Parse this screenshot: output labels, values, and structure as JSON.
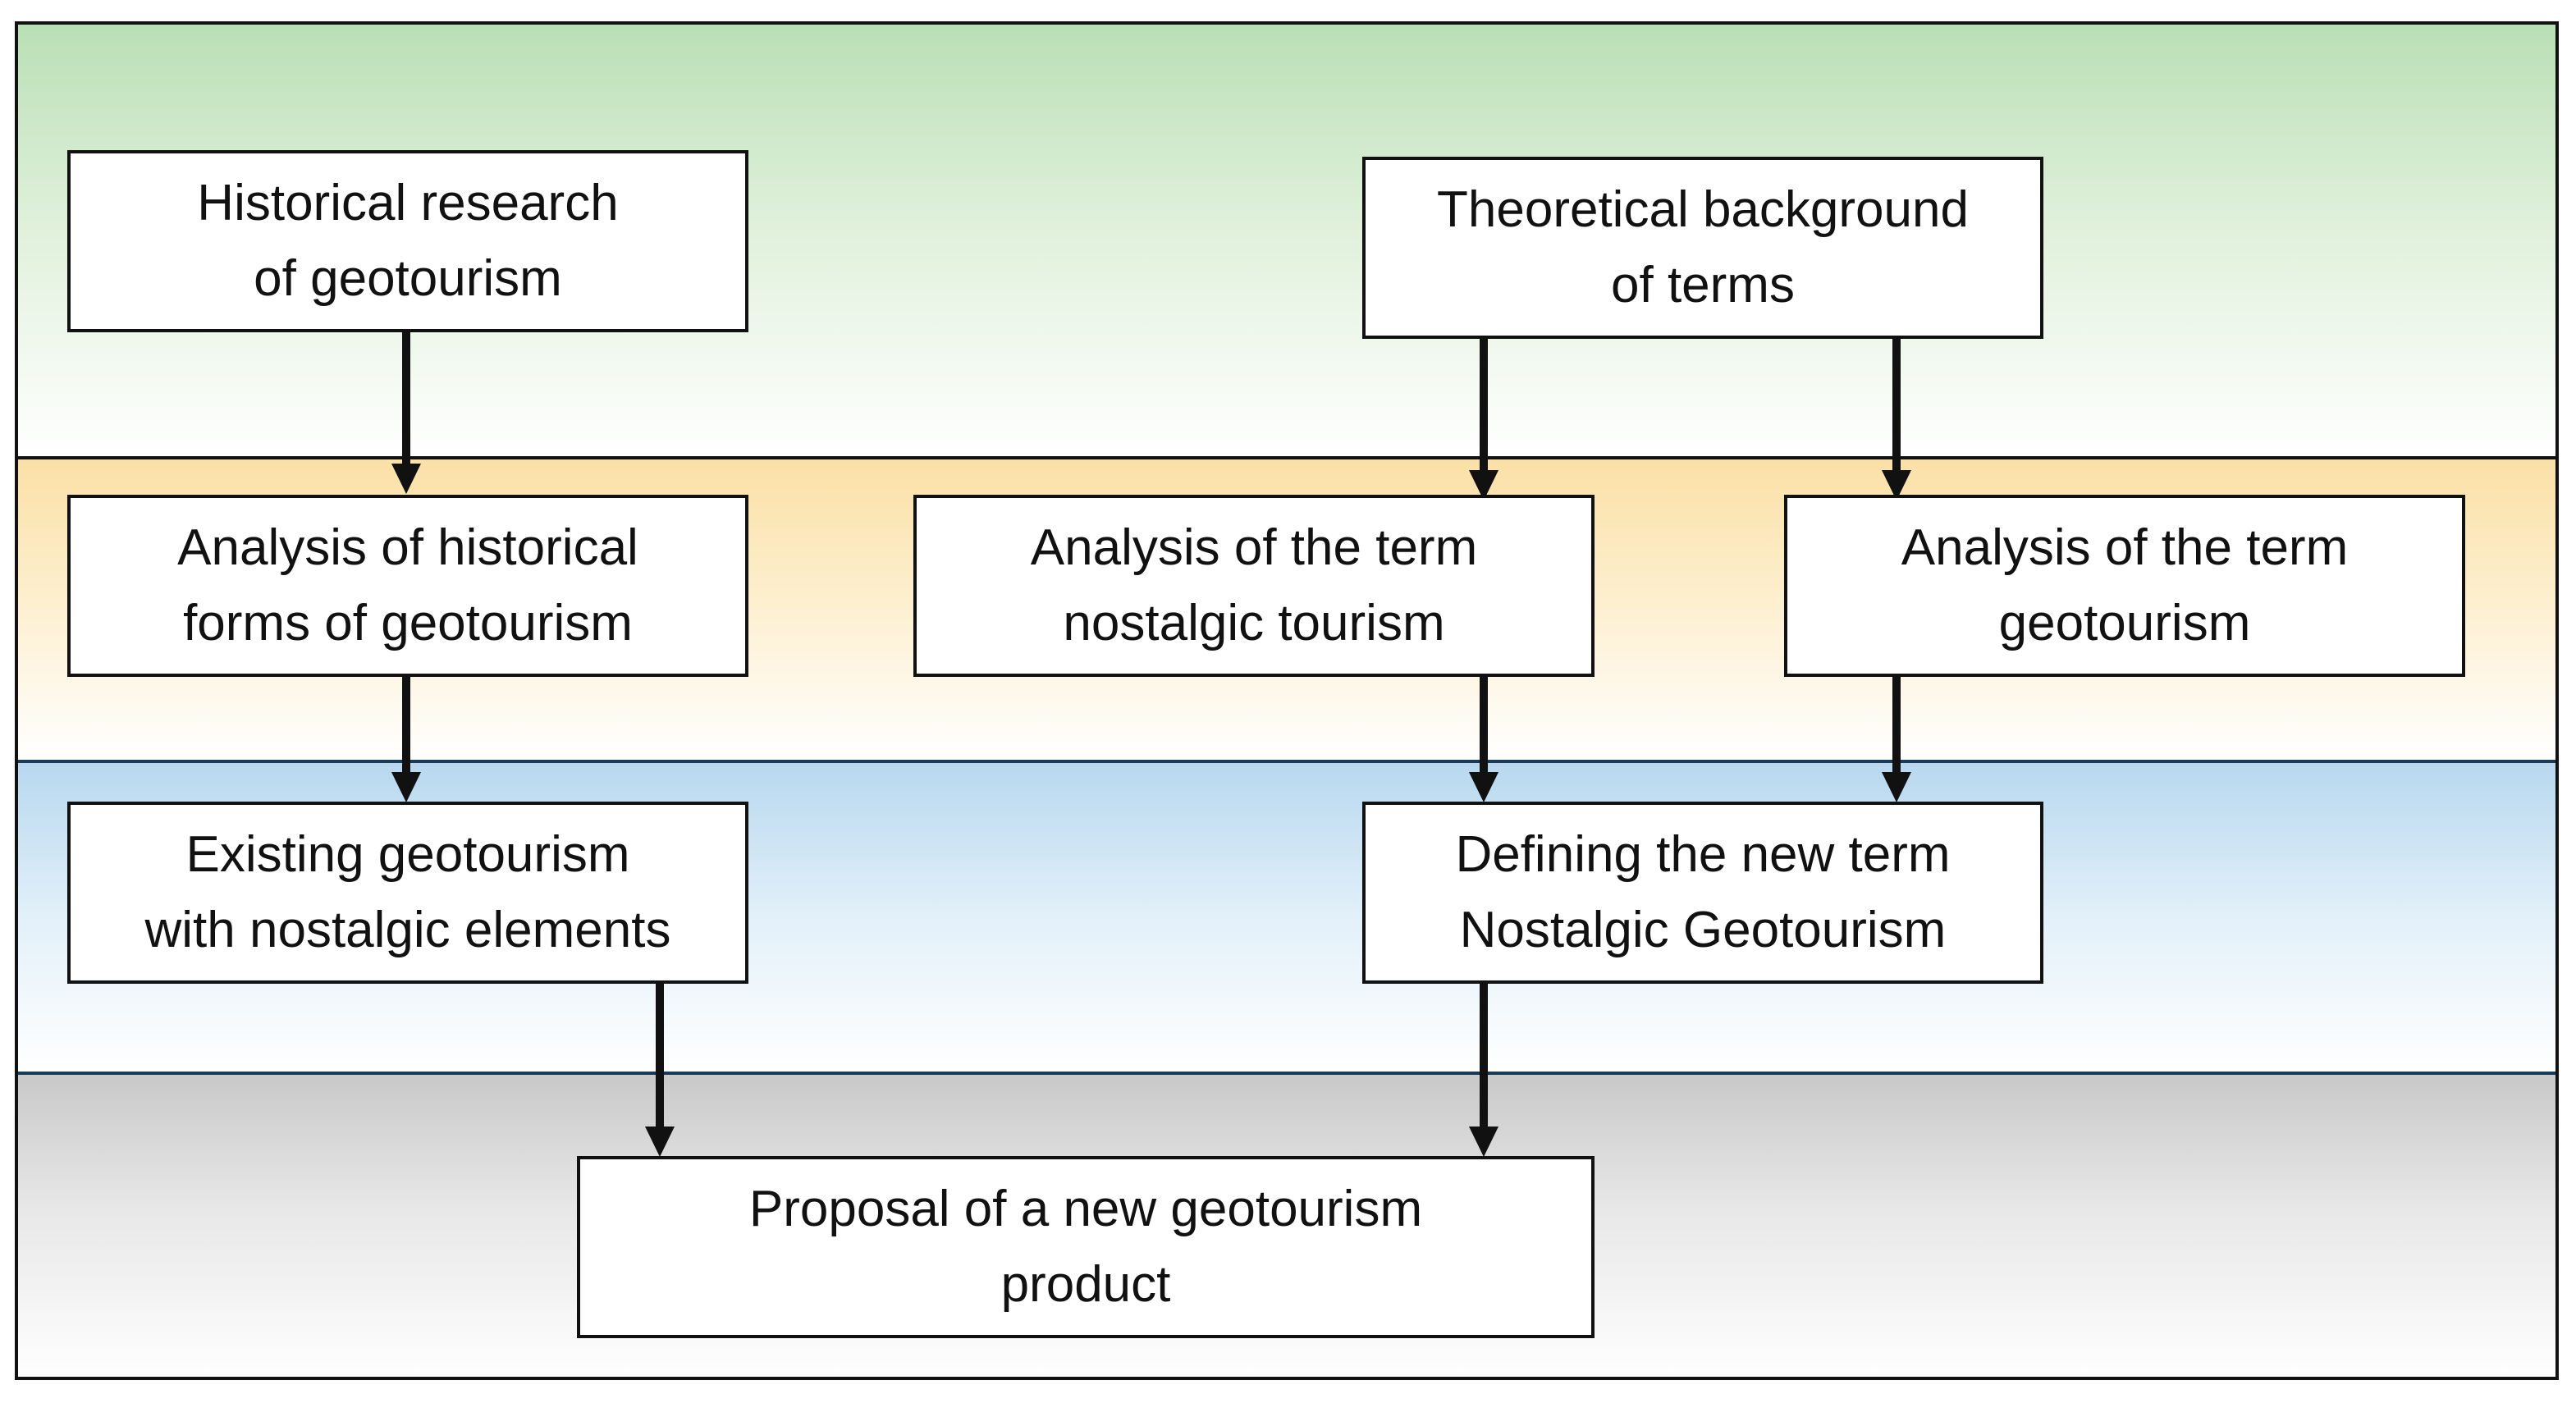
{
  "nodes": {
    "historical_research": {
      "line1": "Historical research",
      "line2": "of geotourism"
    },
    "theoretical_background": {
      "line1": "Theoretical background",
      "line2": "of terms"
    },
    "analysis_historical_forms": {
      "line1": "Analysis of historical",
      "line2": "forms of geotourism"
    },
    "analysis_nostalgic_tourism": {
      "line1": "Analysis of the term",
      "line2": "nostalgic tourism"
    },
    "analysis_geotourism": {
      "line1": "Analysis of the term",
      "line2": "geotourism"
    },
    "existing_geotourism": {
      "line1": "Existing geotourism",
      "line2": "with nostalgic elements"
    },
    "defining_new_term": {
      "line1": "Defining the new term",
      "line2": "Nostalgic Geotourism"
    },
    "proposal": {
      "line1": "Proposal of a new geotourism",
      "line2": "product"
    }
  },
  "bands": {
    "colors": [
      "#b9dfb5",
      "#fbe0a6",
      "#b8d8ef",
      "#c9c9c9"
    ]
  }
}
